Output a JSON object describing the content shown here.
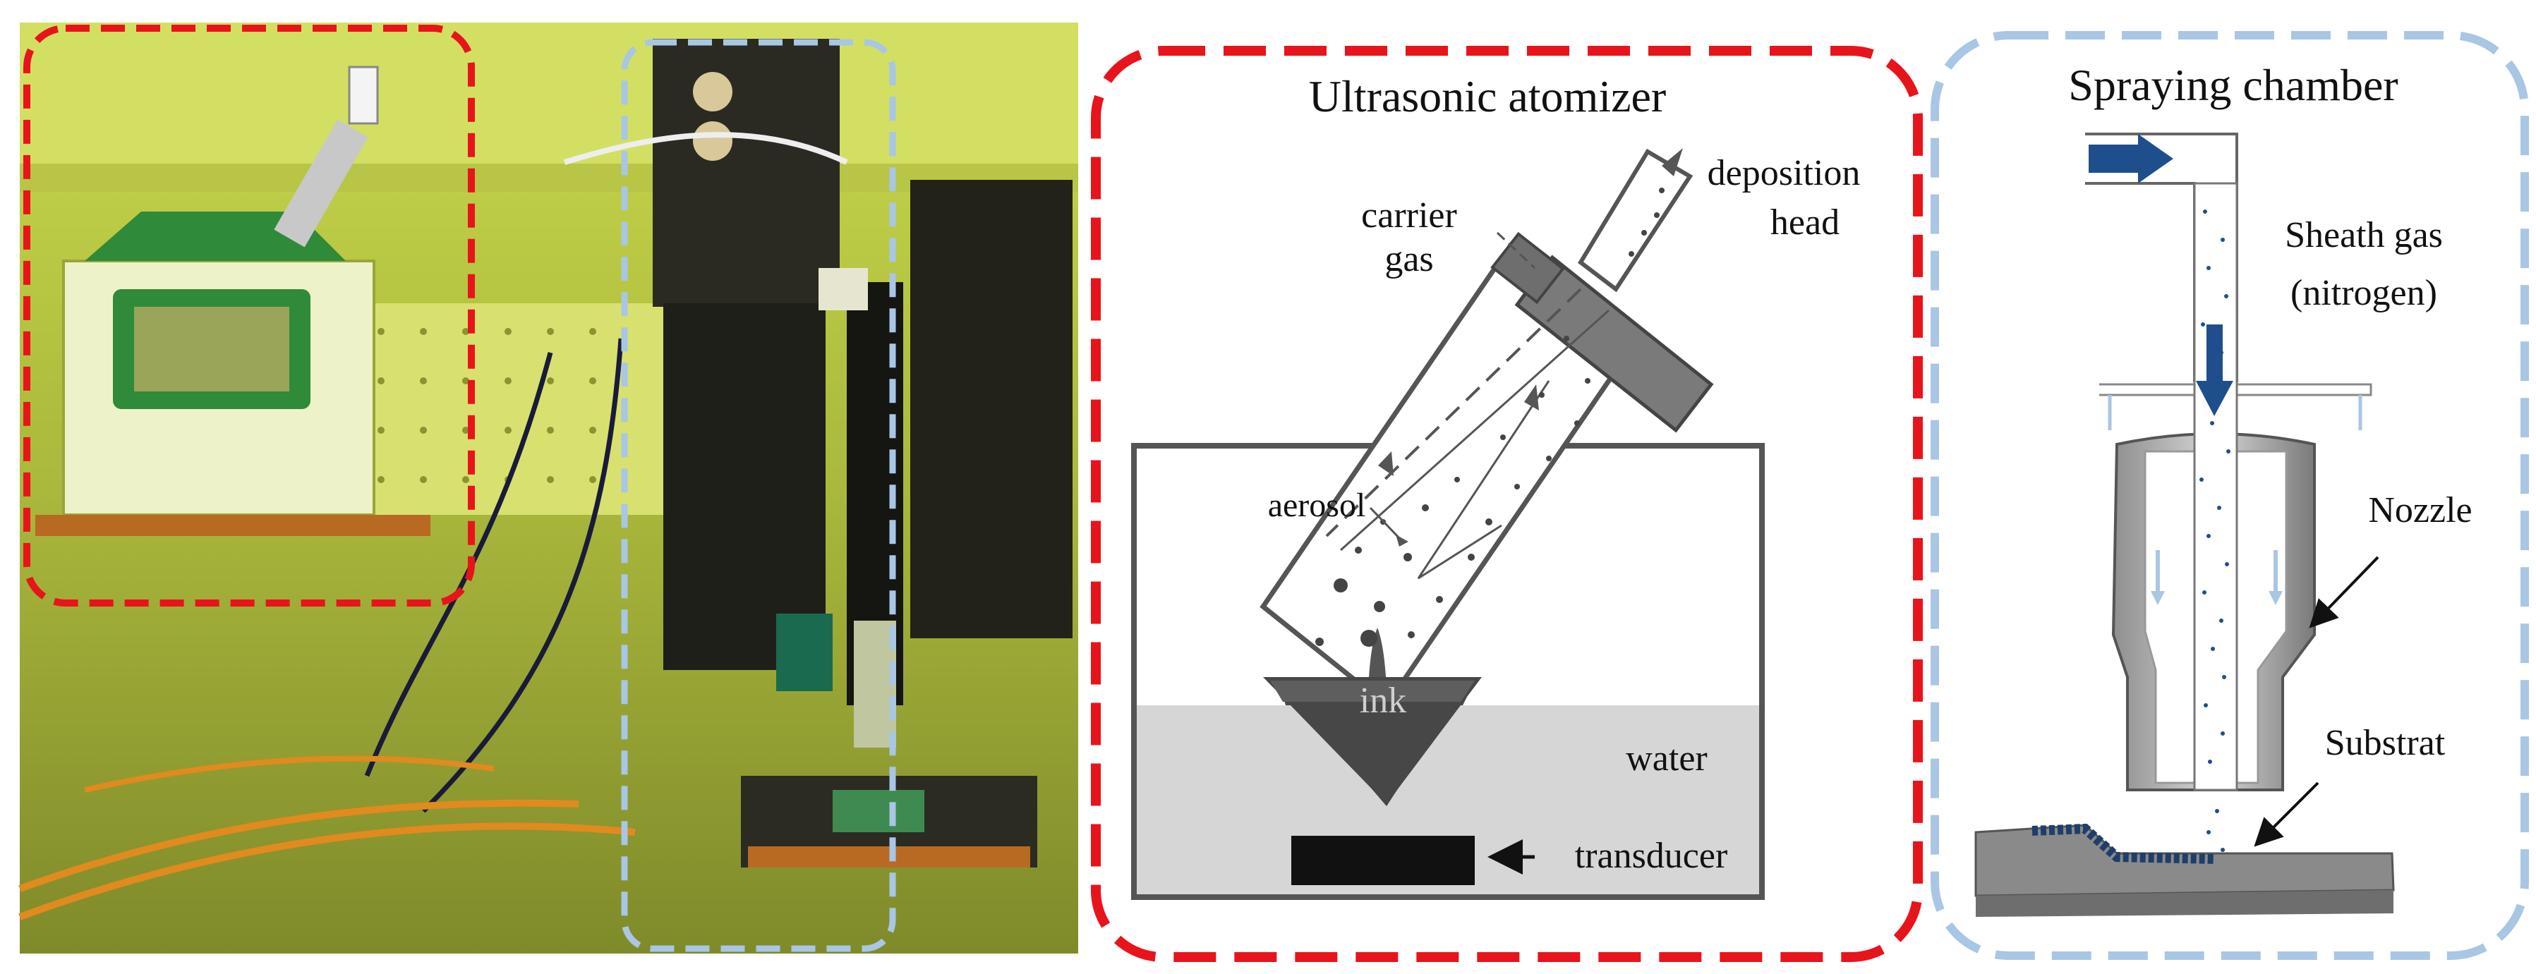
{
  "figure": {
    "photo": {
      "frames": [
        "atomizer-region",
        "spraying-chamber-region"
      ]
    },
    "atomizer": {
      "title": "Ultrasonic atomizer",
      "carrier_gas": [
        "carrier",
        "gas"
      ],
      "deposition_head": [
        "deposition",
        "head"
      ],
      "aerosol": "aerosol",
      "ink": "ink",
      "water": "water",
      "transducer": "transducer"
    },
    "chamber": {
      "title": "Spraying chamber",
      "sheath_gas": [
        "Sheath gas",
        "(nitrogen)"
      ],
      "nozzle": "Nozzle",
      "substrate": "Substrat"
    },
    "colors": {
      "red_frame": "#e8141b",
      "blue_frame": "#a9c6e4",
      "gas_arrow": "#1f4e8c",
      "photo_tint": "#c8d64a"
    }
  }
}
